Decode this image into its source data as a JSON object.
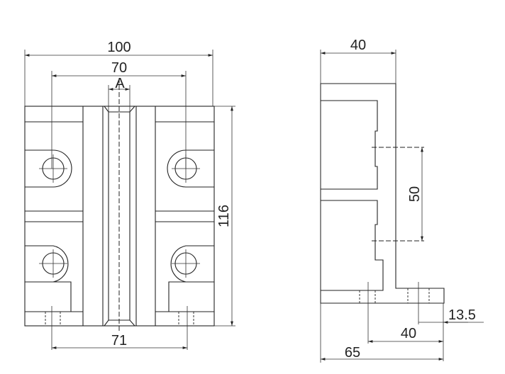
{
  "front_view": {
    "dim_overall_width": "100",
    "dim_hole_spacing_top": "70",
    "dim_channel": "A",
    "dim_height": "116",
    "dim_bolt_spacing": "71"
  },
  "side_view": {
    "dim_depth": "40",
    "dim_hole_vertical": "50",
    "dim_flange": "13.5",
    "dim_bolt_spacing": "40",
    "dim_base": "65"
  }
}
